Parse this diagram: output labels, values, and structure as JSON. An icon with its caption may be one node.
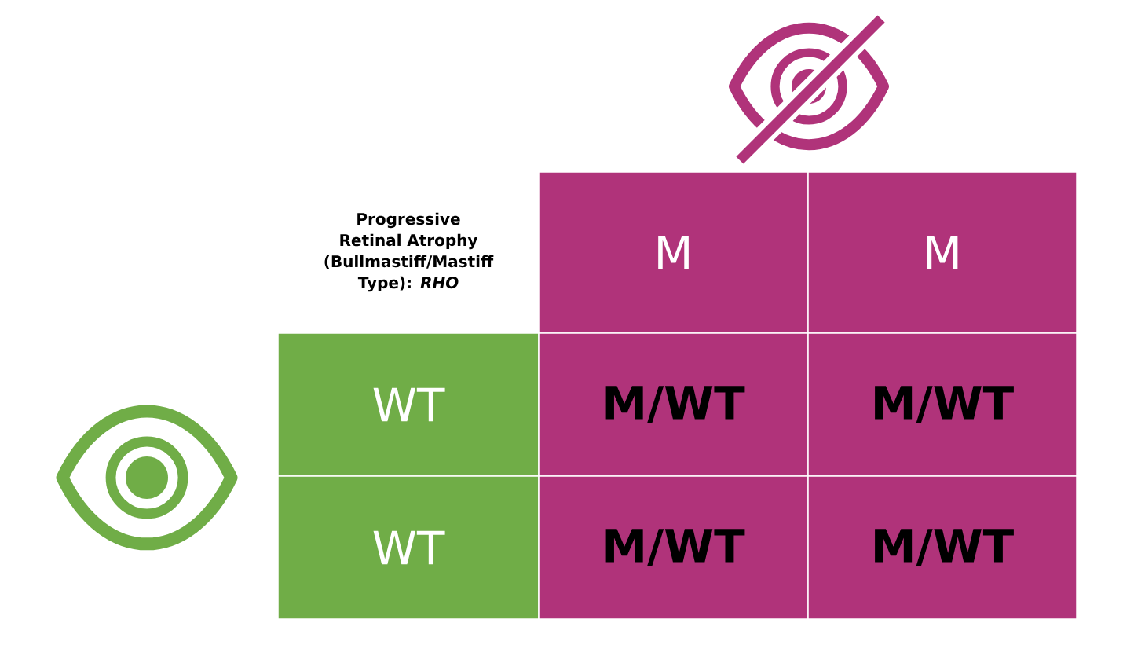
{
  "diagram": {
    "nodes": [
      {
        "text": [
          "M"
        ]
      },
      {
        "text": [
          "M"
        ]
      },
      {
        "text": [
          "WT"
        ]
      },
      {
        "text": [
          "M/WT"
        ]
      },
      {
        "text": [
          "M/WT"
        ]
      },
      {
        "text": [
          "WT"
        ]
      },
      {
        "text": [
          "M/WT"
        ]
      },
      {
        "text": [
          "M/WT"
        ]
      }
    ],
    "labels": [
      "Progressive Retinal Atrophy (Bullmastiff/Mastiff Type): *RHO*"
    ]
  }
}
